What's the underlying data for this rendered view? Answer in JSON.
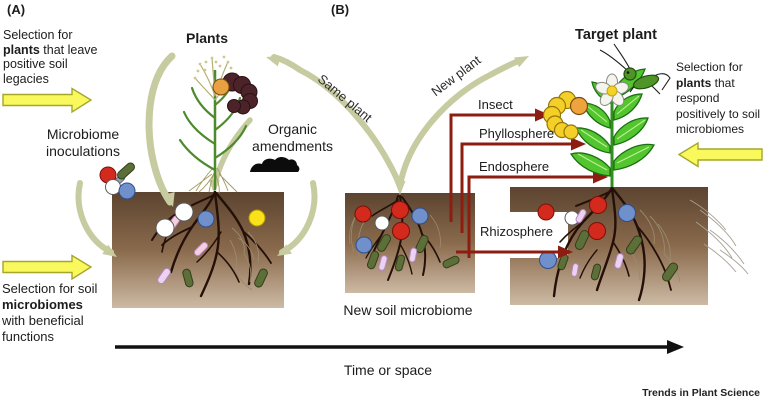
{
  "panel_a": {
    "tag": "(A)",
    "selection_plants": {
      "line1": "Selection for",
      "bold": "plants",
      "line2_rest": " that leave",
      "line3": "positive soil",
      "line4": "legacies"
    },
    "microbiome_inoculations": "Microbiome inoculations",
    "plants_title": "Plants",
    "organic_amendments": "Organic amendments",
    "selection_soil": {
      "line1": "Selection for soil",
      "bold": "microbiomes",
      "line3": "with beneficial",
      "line4": "functions"
    }
  },
  "panel_b": {
    "tag": "(B)",
    "same_plant": "Same plant",
    "new_plant": "New plant",
    "compartments": {
      "insect": "Insect",
      "phyllosphere": "Phyllosphere",
      "endosphere": "Endosphere",
      "rhizosphere": "Rhizosphere"
    },
    "new_soil_microbiome": "New soil microbiome",
    "target_plant_title": "Target plant",
    "selection_responsive": {
      "line1": "Selection for",
      "bold": "plants",
      "line2_rest": " that",
      "line3": "respond",
      "line4": "positively to soil",
      "line5": "microbiomes"
    }
  },
  "axis": {
    "label": "Time or space"
  },
  "journal": "Trends in Plant Science",
  "palette": {
    "yellow_arrow": "#f9f95e",
    "yellow_arrow_outline": "#a6a62b",
    "sage_arrow": "#c7cba0",
    "dark_red_arrow": "#8c1d10",
    "soil_top": "#5c4430",
    "soil_bottom": "#cdbaa4",
    "root": "#241008",
    "microbe_red": "#d42a1e",
    "microbe_blue": "#7090cc",
    "microbe_yellow": "#f9e21a",
    "microbe_white": "#ffffff",
    "microbe_green_rod": "#5d6f39",
    "microbe_lilac_rod": "#ecd2f2",
    "plant_green": "#53c52e",
    "grass_green": "#4c8a2c",
    "caterpillar_dark": "#4b2329",
    "caterpillar_yellow": "#f4cf28"
  }
}
